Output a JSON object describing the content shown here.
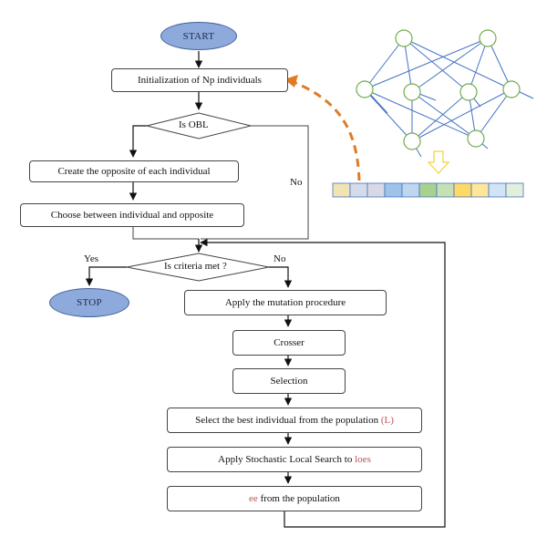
{
  "flow": {
    "start": "START",
    "init": "Initialization of Np individuals",
    "is_obl": "Is OBL",
    "create_opposite": "Create the opposite of each individual",
    "choose": "Choose between individual and opposite",
    "no_obl": "No",
    "criteria": "Is criteria met ?",
    "yes": "Yes",
    "no": "No",
    "stop": "STOP",
    "mutation": "Apply the mutation procedure",
    "crosser": "Crosser",
    "selection": "Selection",
    "select_best_prefix": "Select the best individual from the population ",
    "select_best_highlight": "(L)",
    "local_search_prefix": "Apply Stochastic Local Search to ",
    "local_search_highlight": "loes",
    "replace_highlight": "ee",
    "replace_suffix": " from the population"
  },
  "illustration": {
    "encoding_colors": [
      "#f2e3b3",
      "#d3dce8",
      "#d9d9e6",
      "#9dc3e6",
      "#bdd7ee",
      "#a9d18e",
      "#c5e0b4",
      "#ffd966",
      "#ffe699",
      "#d0e4f5",
      "#e2efda"
    ],
    "arrow_color": "#e07b24",
    "node_color": "#70ad47",
    "edge_color": "#4472c4",
    "down_arrow_color": "#f4d03f"
  }
}
